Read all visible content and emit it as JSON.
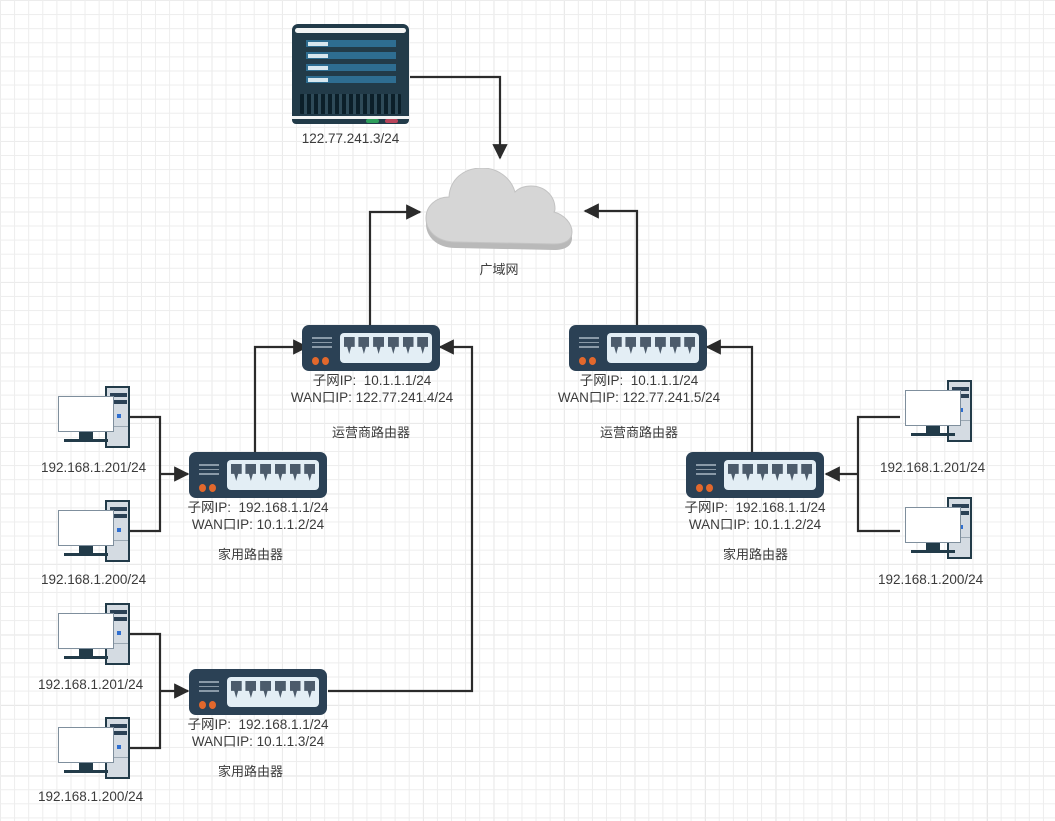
{
  "diagram": {
    "title": "network-topology",
    "colors": {
      "device_dark": "#2b4155",
      "server_dark": "#223b49",
      "port_fill": "#e3eef5",
      "led_orange": "#e2682c",
      "cloud_fill": "#d6d6d6",
      "link_stroke": "#2b2b2b",
      "grid_minor": "#ededed",
      "grid_major": "#e0e0e0",
      "text": "#3b3b3b"
    }
  },
  "nodes": {
    "server": {
      "icon": "server-icon",
      "ip_label": "122.77.241.3/24"
    },
    "cloud": {
      "icon": "cloud-icon",
      "label": "广域网"
    },
    "isp_router_left": {
      "icon": "router-icon",
      "subnet_ip": "子网IP:  10.1.1.1/24",
      "wan_ip": "WAN口IP: 122.77.241.4/24",
      "role": "运营商路由器"
    },
    "isp_router_right": {
      "icon": "router-icon",
      "subnet_ip": "子网IP:  10.1.1.1/24",
      "wan_ip": "WAN口IP: 122.77.241.5/24",
      "role": "运营商路由器"
    },
    "home_router_left_top": {
      "icon": "router-icon",
      "subnet_ip": "子网IP:  192.168.1.1/24",
      "wan_ip": "WAN口IP: 10.1.1.2/24",
      "role": "家用路由器"
    },
    "home_router_left_bottom": {
      "icon": "router-icon",
      "subnet_ip": "子网IP:  192.168.1.1/24",
      "wan_ip": "WAN口IP: 10.1.1.3/24",
      "role": "家用路由器"
    },
    "home_router_right": {
      "icon": "router-icon",
      "subnet_ip": "子网IP:  192.168.1.1/24",
      "wan_ip": "WAN口IP: 10.1.1.2/24",
      "role": "家用路由器"
    },
    "pc_left_top_1": {
      "icon": "desktop-pc-icon",
      "ip_label": "192.168.1.201/24"
    },
    "pc_left_top_2": {
      "icon": "desktop-pc-icon",
      "ip_label": "192.168.1.200/24"
    },
    "pc_left_bottom_1": {
      "icon": "desktop-pc-icon",
      "ip_label": "192.168.1.201/24"
    },
    "pc_left_bottom_2": {
      "icon": "desktop-pc-icon",
      "ip_label": "192.168.1.200/24"
    },
    "pc_right_1": {
      "icon": "desktop-pc-icon",
      "ip_label": "192.168.1.201/24"
    },
    "pc_right_2": {
      "icon": "desktop-pc-icon",
      "ip_label": "192.168.1.200/24"
    }
  }
}
